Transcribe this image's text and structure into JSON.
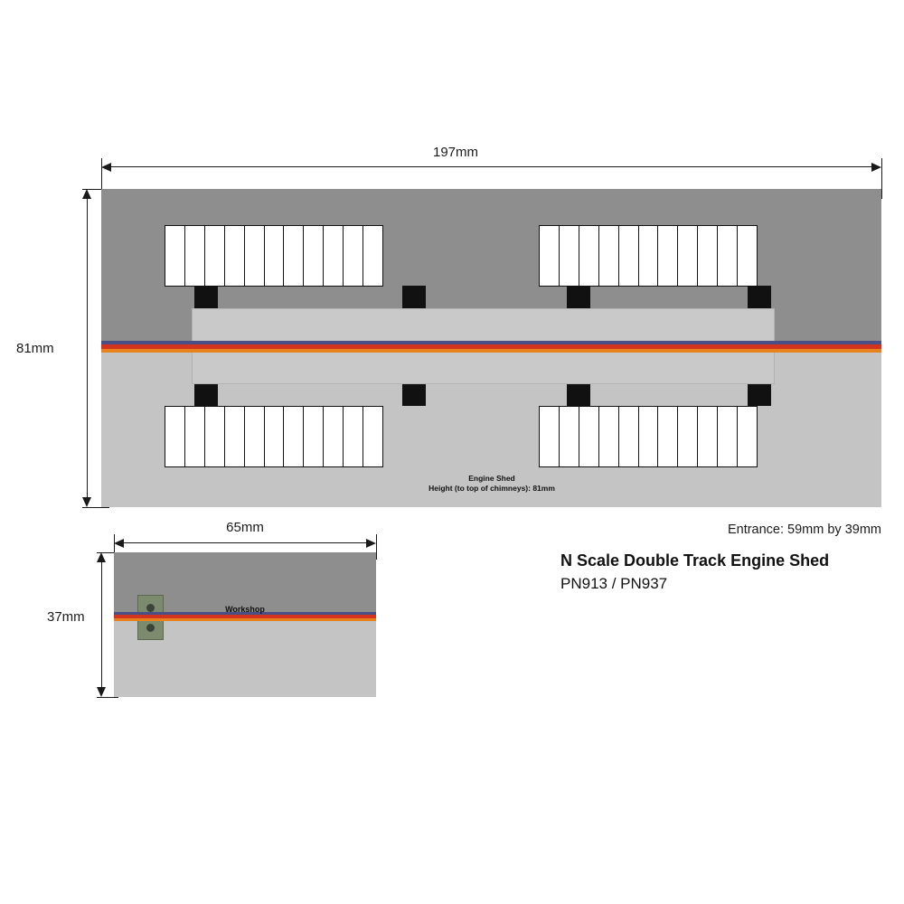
{
  "dimensions": {
    "main_width": "197mm",
    "main_height": "81mm",
    "workshop_width": "65mm",
    "workshop_height": "37mm"
  },
  "labels": {
    "engine_shed": "Engine Shed",
    "engine_shed_height": "Height (to top of chimneys): 81mm",
    "workshop": "Workshop",
    "entrance": "Entrance: 59mm by 39mm"
  },
  "title": {
    "line1": "N Scale Double Track Engine Shed",
    "line2": "PN913 / PN937"
  },
  "colors": {
    "roof_dark": "#8e8e8e",
    "roof_light": "#c4c4c4",
    "ridge": "#c9c9c9",
    "track_red": "#d3341f",
    "track_orange": "#e8821d",
    "track_blue": "#4a4f86",
    "chimney": "#111111",
    "workshop_box": "#7c8a6e",
    "line": "#1a1a1a"
  },
  "roof_blocks": [
    {
      "name": "roof-top-left",
      "ribs": 11
    },
    {
      "name": "roof-top-right",
      "ribs": 11
    },
    {
      "name": "roof-bottom-left",
      "ribs": 11
    },
    {
      "name": "roof-bottom-right",
      "ribs": 11
    }
  ],
  "chimneys": [
    {
      "name": "chimney-top-1"
    },
    {
      "name": "chimney-top-2"
    },
    {
      "name": "chimney-top-3"
    },
    {
      "name": "chimney-top-4"
    },
    {
      "name": "chimney-bottom-1"
    },
    {
      "name": "chimney-bottom-2"
    },
    {
      "name": "chimney-bottom-3"
    },
    {
      "name": "chimney-bottom-4"
    }
  ]
}
